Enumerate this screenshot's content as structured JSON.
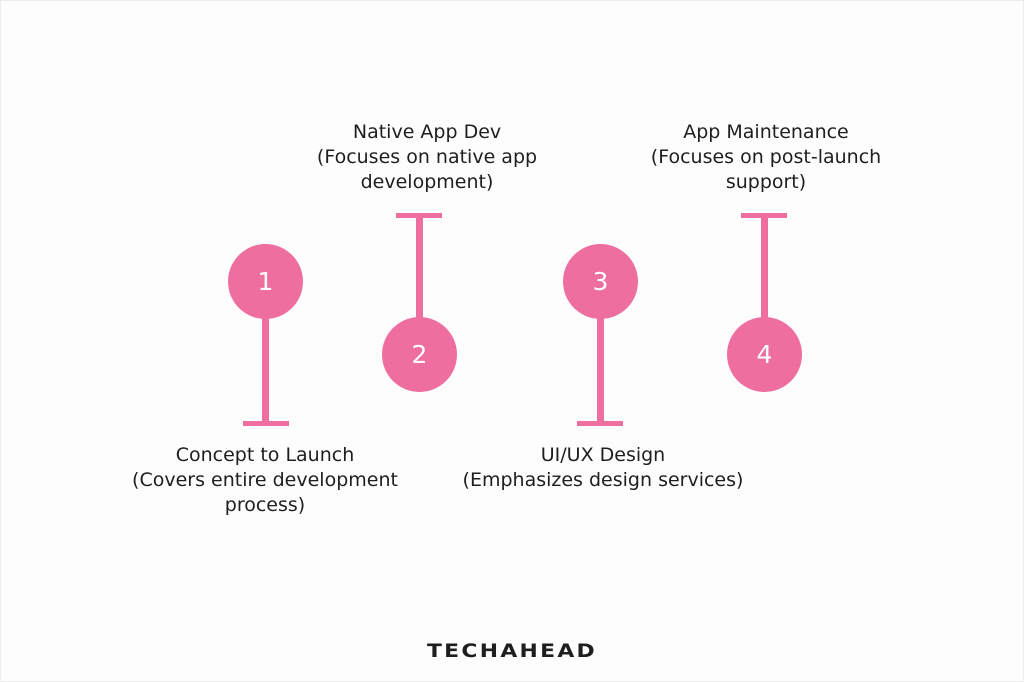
{
  "colors": {
    "accent": "#ee6ea0",
    "text": "#1e1e1e",
    "background": "#fdfdfd"
  },
  "steps": [
    {
      "number": "1",
      "title": "Concept to Launch",
      "desc_line1": "(Covers entire development",
      "desc_line2": "process)"
    },
    {
      "number": "2",
      "title": "Native App Dev",
      "desc_line1": "(Focuses on native app",
      "desc_line2": "development)"
    },
    {
      "number": "3",
      "title": "UI/UX Design",
      "desc_line1": "(Emphasizes design services)",
      "desc_line2": ""
    },
    {
      "number": "4",
      "title": "App Maintenance",
      "desc_line1": "(Focuses on post-launch",
      "desc_line2": "support)"
    }
  ],
  "brand": {
    "logo_text": "TECHAHEAD"
  }
}
